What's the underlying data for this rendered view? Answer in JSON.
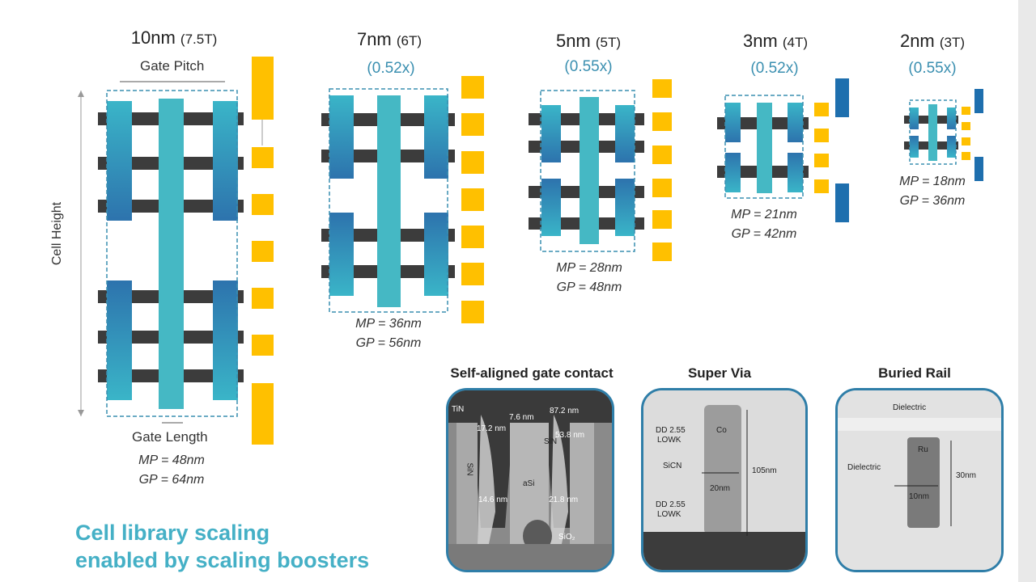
{
  "nodes": [
    {
      "name": "10nm",
      "tracks": "(7.5T)",
      "scale": "",
      "mp": "MP = 48nm",
      "gp": "GP = 64nm"
    },
    {
      "name": "7nm",
      "tracks": "(6T)",
      "scale": "(0.52x)",
      "mp": "MP = 36nm",
      "gp": "GP = 56nm"
    },
    {
      "name": "5nm",
      "tracks": "(5T)",
      "scale": "(0.55x)",
      "mp": "MP = 28nm",
      "gp": "GP = 48nm"
    },
    {
      "name": "3nm",
      "tracks": "(4T)",
      "scale": "(0.52x)",
      "mp": "MP = 21nm",
      "gp": "GP = 42nm"
    },
    {
      "name": "2nm",
      "tracks": "(3T)",
      "scale": "(0.55x)",
      "mp": "MP = 18nm",
      "gp": "GP = 36nm"
    }
  ],
  "labels": {
    "gate_pitch": "Gate Pitch",
    "gate_length": "Gate Length",
    "cell_height": "Cell Height"
  },
  "footer": {
    "line1": "Cell library scaling",
    "line2": "enabled by scaling boosters"
  },
  "images": [
    {
      "title": "Self-aligned gate contact",
      "annotations": [
        "TiN",
        "7.6 nm",
        "87.2 nm",
        "17.2 nm",
        "53.8 nm",
        "SiN",
        "SiN",
        "14.6 nm",
        "aSi",
        "21.8 nm",
        "SiO₂"
      ]
    },
    {
      "title": "Super Via",
      "annotations": [
        "DD 2.55",
        "LOWK",
        "Co",
        "SiCN",
        "105nm",
        "20nm",
        "DD 2.55",
        "LOWK"
      ]
    },
    {
      "title": "Buried Rail",
      "annotations": [
        "Dielectric",
        "Dielectric",
        "Ru",
        "30nm",
        "10nm"
      ]
    }
  ],
  "colors": {
    "gate": "#45b8c4",
    "fin_top": "#3ab0c6",
    "fin_bottom": "#2f7aaf",
    "poly": "#3c3c3c",
    "track": "#ffc000",
    "rail": "#1e6fae",
    "scale_text": "#3a8fb0",
    "footer": "#45b0c6"
  }
}
